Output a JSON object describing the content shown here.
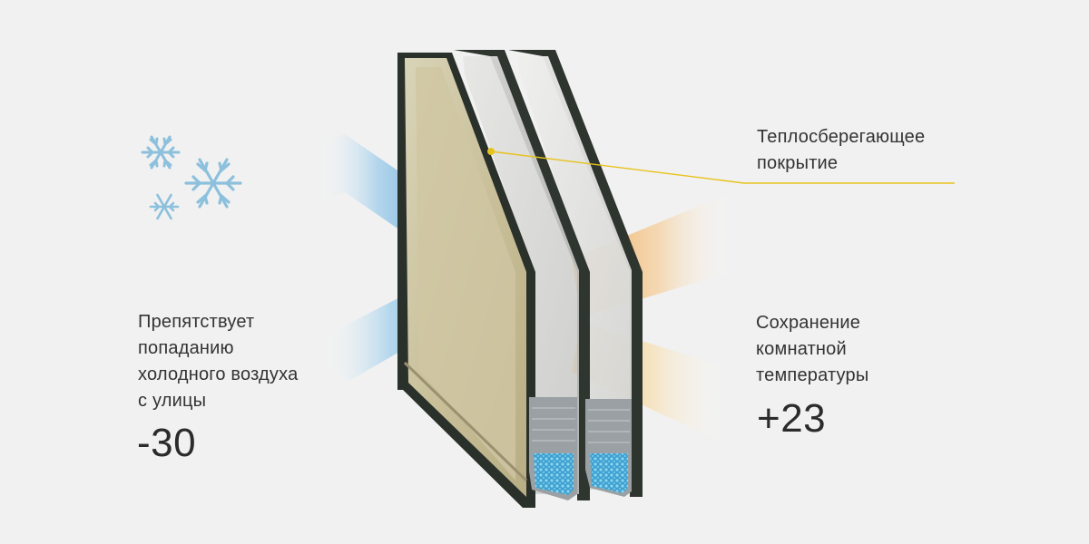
{
  "labels": {
    "coating": [
      "Теплосберегающее",
      "покрытие"
    ],
    "cold": [
      "Препятствует",
      "попаданию",
      "холодного воздуха",
      "с улицы"
    ],
    "warm": [
      "Сохранение",
      "комнатной",
      "температуры"
    ]
  },
  "temperatures": {
    "outside": "-30",
    "inside": "+23"
  },
  "colors": {
    "background": "#f1f1f1",
    "text": "#333333",
    "cold_ray": "#2f8fd8",
    "warm_ray": "#f2a54a",
    "pointer_line": "#e8c21a",
    "snowflake": "#8cc0dd",
    "frame": "#2f352f",
    "granules": "#5fb6dc"
  },
  "icons": [
    "snowflake-icon",
    "snowflake-icon",
    "snowflake-icon"
  ]
}
